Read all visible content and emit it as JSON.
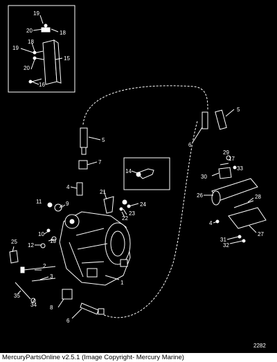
{
  "diagram": {
    "figure_number": "2282",
    "callouts": [
      "19",
      "18",
      "20",
      "19",
      "18",
      "15",
      "20",
      "16",
      "5",
      "5",
      "6",
      "29",
      "17",
      "30",
      "33",
      "14",
      "7",
      "4",
      "21",
      "26",
      "28",
      "24",
      "11",
      "9",
      "23",
      "22",
      "10",
      "13",
      "4",
      "27",
      "12",
      "31",
      "32",
      "25",
      "2",
      "3",
      "35",
      "1",
      "34",
      "8",
      "6"
    ]
  },
  "footer": {
    "text": "MercuryPartsOnline v2.5.1 (Image Copyright- Mercury Marine)"
  }
}
